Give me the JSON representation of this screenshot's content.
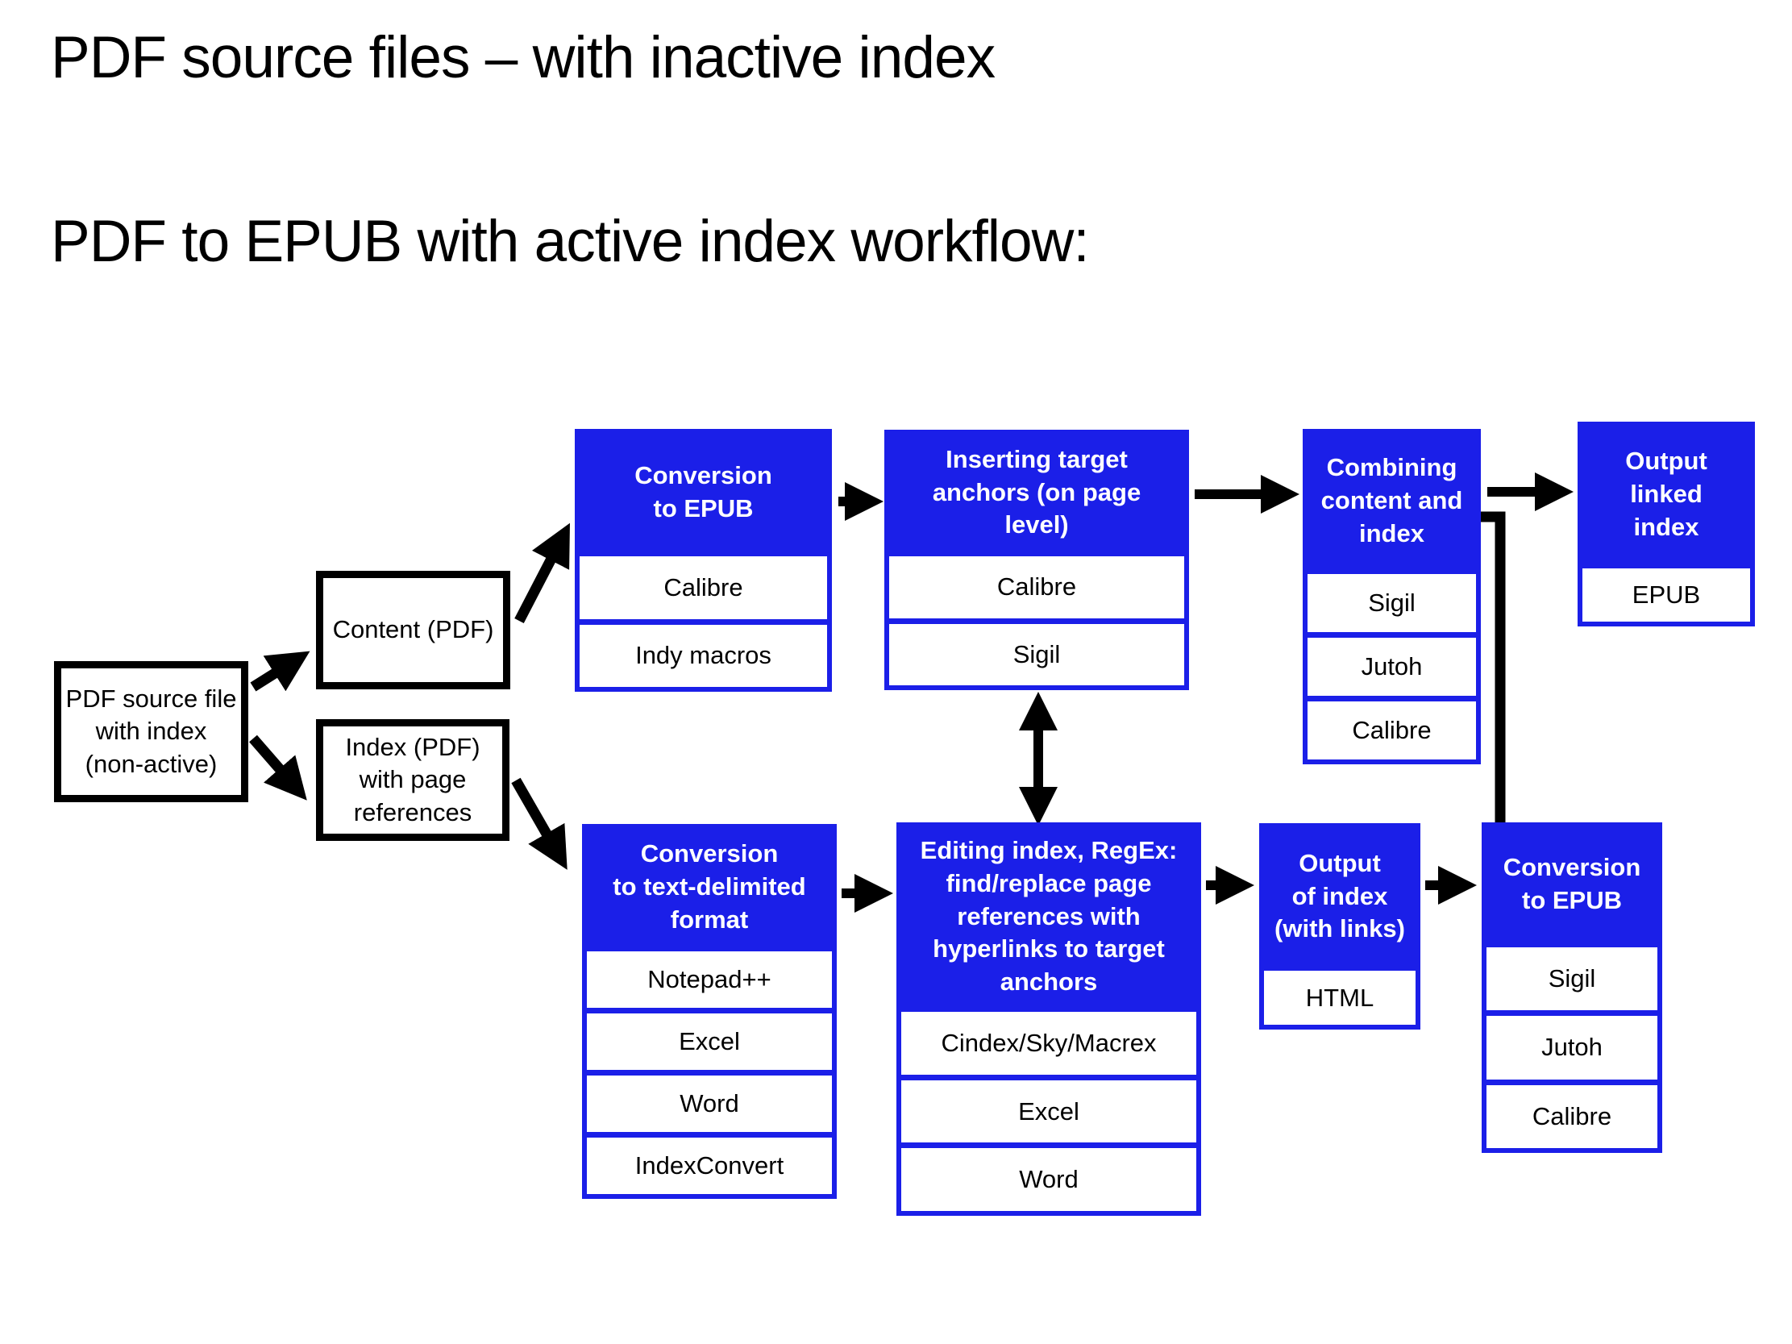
{
  "page": {
    "title_line1": "PDF source files – with inactive index",
    "title_line2": "PDF to EPUB with active index workflow:"
  },
  "colors": {
    "accent_blue": "#1b1fe8",
    "text_black": "#000000",
    "header_text": "#ffffff",
    "background": "#ffffff"
  },
  "source_boxes": {
    "pdf_source": {
      "text": "PDF source file\nwith index\n(non-active)"
    },
    "content_pdf": {
      "text": "Content (PDF)"
    },
    "index_pdf": {
      "text": "Index (PDF)\nwith page\nreferences"
    }
  },
  "process_boxes": {
    "conv_epub_top": {
      "header": "Conversion\nto EPUB",
      "tools": [
        "Calibre",
        "Indy macros"
      ]
    },
    "inserting_anchors": {
      "header": "Inserting target\nanchors (on page\nlevel)",
      "tools": [
        "Calibre",
        "Sigil"
      ]
    },
    "combining": {
      "header": "Combining\ncontent and\nindex",
      "tools": [
        "Sigil",
        "Jutoh",
        "Calibre"
      ]
    },
    "output_linked": {
      "header": "Output\nlinked\nindex",
      "tools": [
        "EPUB"
      ]
    },
    "conv_text_delimited": {
      "header": "Conversion\nto text-delimited\nformat",
      "tools": [
        "Notepad++",
        "Excel",
        "Word",
        "IndexConvert"
      ]
    },
    "editing_index": {
      "header": "Editing index, RegEx:\nfind/replace page\nreferences with\nhyperlinks to target\nanchors",
      "tools": [
        "Cindex/Sky/Macrex",
        "Excel",
        "Word"
      ]
    },
    "output_index": {
      "header": "Output\nof index\n(with links)",
      "tools": [
        "HTML"
      ]
    },
    "conv_epub_bottom": {
      "header": "Conversion\nto EPUB",
      "tools": [
        "Sigil",
        "Jutoh",
        "Calibre"
      ]
    }
  }
}
